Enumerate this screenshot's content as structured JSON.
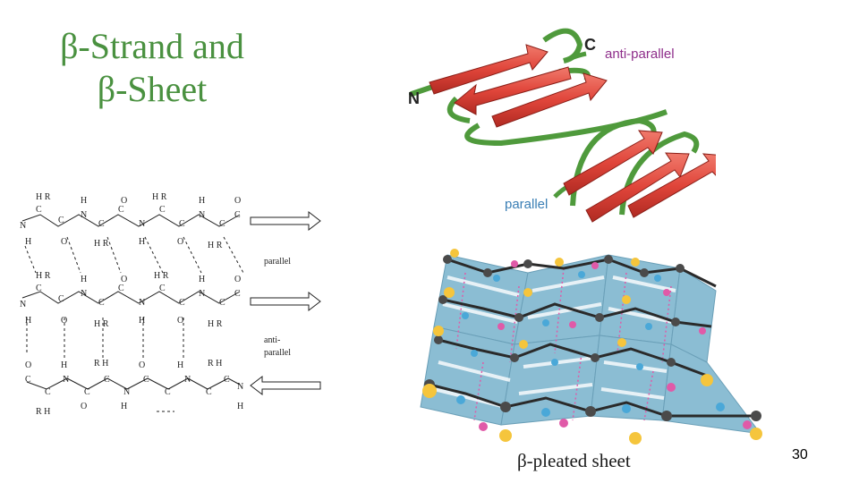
{
  "slide": {
    "title_line1": "β-Strand and",
    "title_line2": "β-Sheet",
    "page_number": "30"
  },
  "arrow_diagram": {
    "n_label": "N",
    "c_label": "C",
    "antiparallel_label": "anti-parallel",
    "parallel_label": "parallel"
  },
  "chem_diagram": {
    "parallel_label": "parallel",
    "antiparallel_label_1": "anti-",
    "antiparallel_label_2": "parallel"
  },
  "pleated_sheet": {
    "caption": "β-pleated sheet"
  },
  "colors": {
    "title": "#4a9140",
    "strand_arrow": "#e0453a",
    "loop": "#4f9a3c",
    "antiparallel_text": "#8e2e8a",
    "parallel_text": "#3b7fb5",
    "sheet_plane": "#7fb6cf",
    "carbon": "#4a4a4a",
    "oxygen": "#f5c53c",
    "nitrogen": "#4aa8d8",
    "hydrogen_bond": "#e05aa8"
  }
}
